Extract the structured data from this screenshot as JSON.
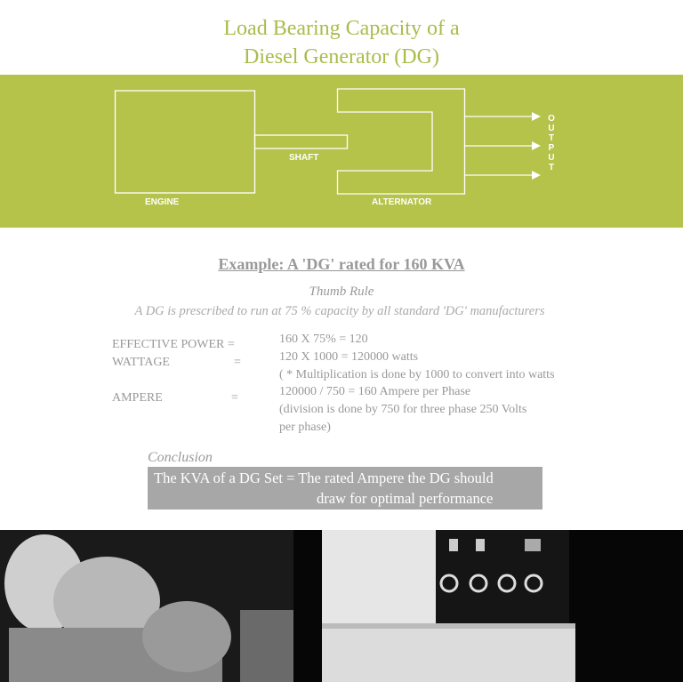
{
  "title": {
    "line1": "Load Bearing Capacity of a",
    "line2": "Diesel Generator (DG)"
  },
  "diagram": {
    "engine": "ENGINE",
    "shaft": "SHAFT",
    "alternator": "ALTERNATOR",
    "output": [
      "O",
      "U",
      "T",
      "P",
      "U",
      "T"
    ]
  },
  "example": {
    "heading": "Example: A 'DG' rated for 160 KVA",
    "thumb_rule": "Thumb Rule",
    "rule_text": "A DG is prescribed to run at 75 % capacity by all standard 'DG' manufacturers"
  },
  "calc": {
    "labels": [
      "EFFECTIVE POWER =",
      "WATTAGE",
      "=",
      "AMPERE",
      "="
    ],
    "lines": [
      "160 X 75% = 120",
      "120 X 1000 = 120000 watts",
      "( * Multiplication is done by 1000 to convert into watts",
      "120000 / 750 = 160 Ampere per Phase",
      "(division is done by 750 for three phase 250 Volts",
      "per phase)"
    ]
  },
  "conclusion": {
    "label": "Conclusion",
    "line1": "The KVA of a DG Set = The rated Ampere the DG should",
    "line2": "draw for optimal performance"
  },
  "colors": {
    "accent": "#b5c34b",
    "title": "#a9bd4b",
    "text": "#999999",
    "box": "#a7a7a7"
  }
}
